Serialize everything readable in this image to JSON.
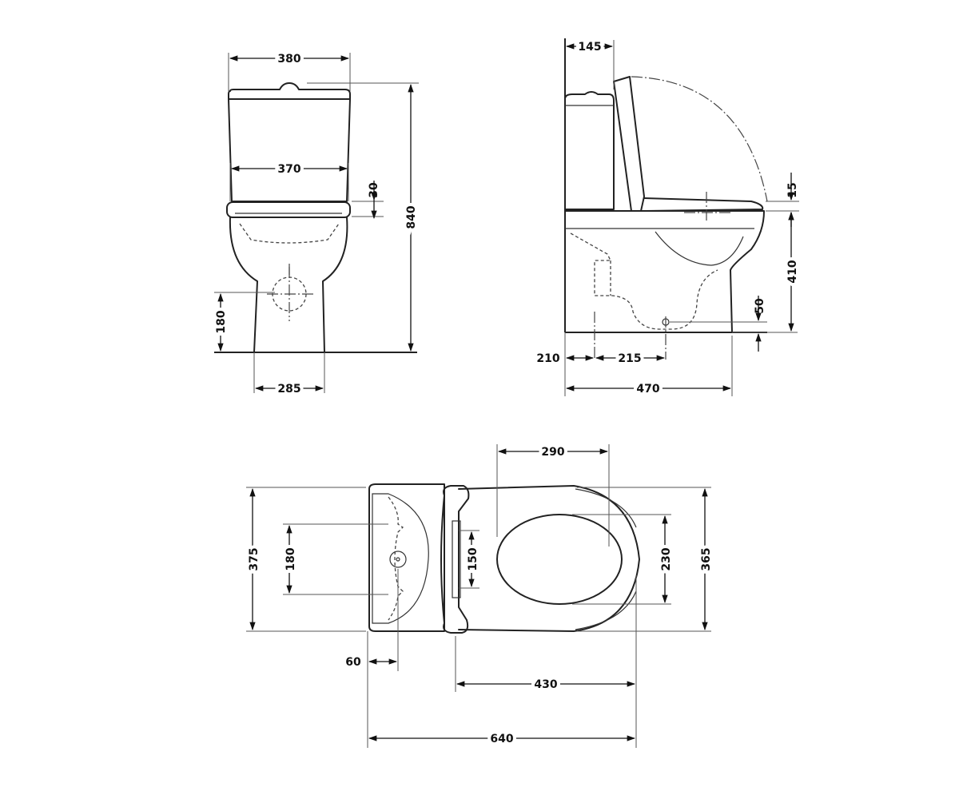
{
  "front_view": {
    "cistern_width": "380",
    "cistern_inner_width": "370",
    "seat_thickness": "30",
    "total_height": "840",
    "outlet_height": "180",
    "foot_width": "285"
  },
  "side_view": {
    "cistern_depth": "145",
    "seat_offset": "15",
    "rim_height": "410",
    "outlet_rise": "50",
    "wall_gap": "210",
    "outlet_offset": "215",
    "base_depth": "470"
  },
  "top_view": {
    "seat_opening_length": "290",
    "cistern_width": "375",
    "fixing_spacing": "180",
    "hinge_spacing": "150",
    "seat_opening_width": "230",
    "bowl_width": "365",
    "button_offset": "60",
    "bowl_length": "430",
    "total_length": "640"
  }
}
